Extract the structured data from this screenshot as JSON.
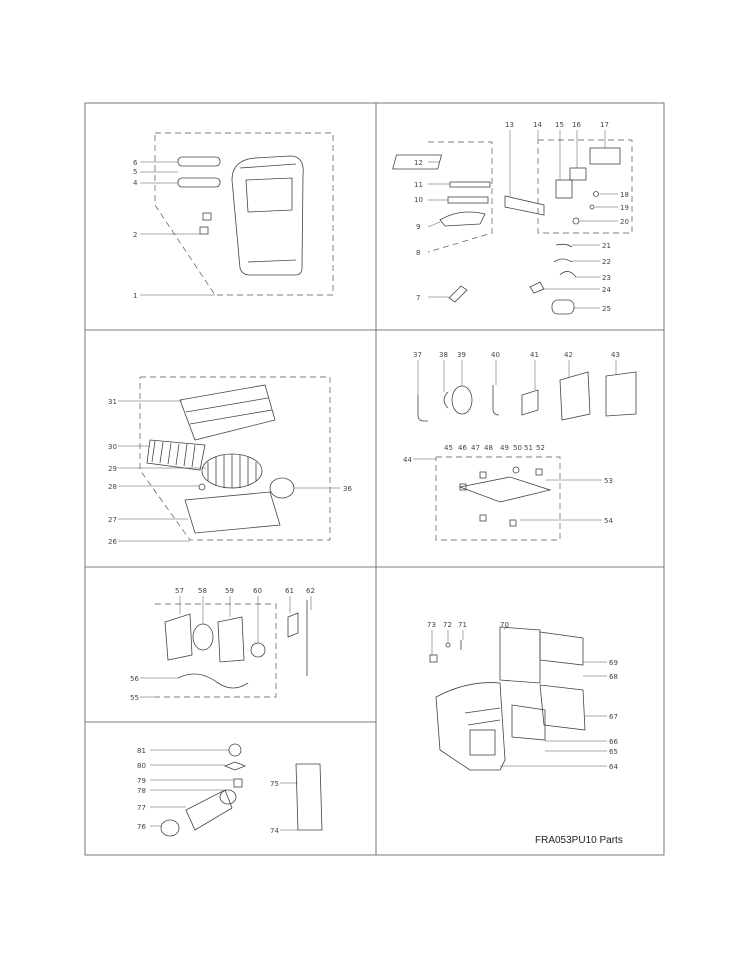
{
  "title": "FRA053PU10 Parts",
  "panels": [
    {
      "id": "A",
      "labels": [
        "1",
        "2",
        "4",
        "5",
        "6"
      ]
    },
    {
      "id": "B",
      "labels": [
        "7",
        "8",
        "9",
        "10",
        "11",
        "12",
        "13",
        "14",
        "15",
        "16",
        "17",
        "18",
        "19",
        "20",
        "21",
        "22",
        "23",
        "24",
        "25"
      ]
    },
    {
      "id": "C",
      "labels": [
        "26",
        "27",
        "28",
        "29",
        "30",
        "31",
        "36"
      ]
    },
    {
      "id": "D",
      "labels": [
        "37",
        "38",
        "39",
        "40",
        "41",
        "42",
        "43",
        "44",
        "45",
        "46",
        "47",
        "48",
        "49",
        "50",
        "51",
        "52",
        "53",
        "54"
      ]
    },
    {
      "id": "E",
      "labels": [
        "55",
        "56",
        "57",
        "58",
        "59",
        "60",
        "61",
        "62"
      ]
    },
    {
      "id": "F",
      "labels": [
        "64",
        "65",
        "66",
        "67",
        "68",
        "69",
        "70",
        "71",
        "72",
        "73"
      ]
    },
    {
      "id": "G",
      "labels": [
        "74",
        "75",
        "76",
        "77",
        "78",
        "79",
        "80",
        "81"
      ]
    }
  ]
}
